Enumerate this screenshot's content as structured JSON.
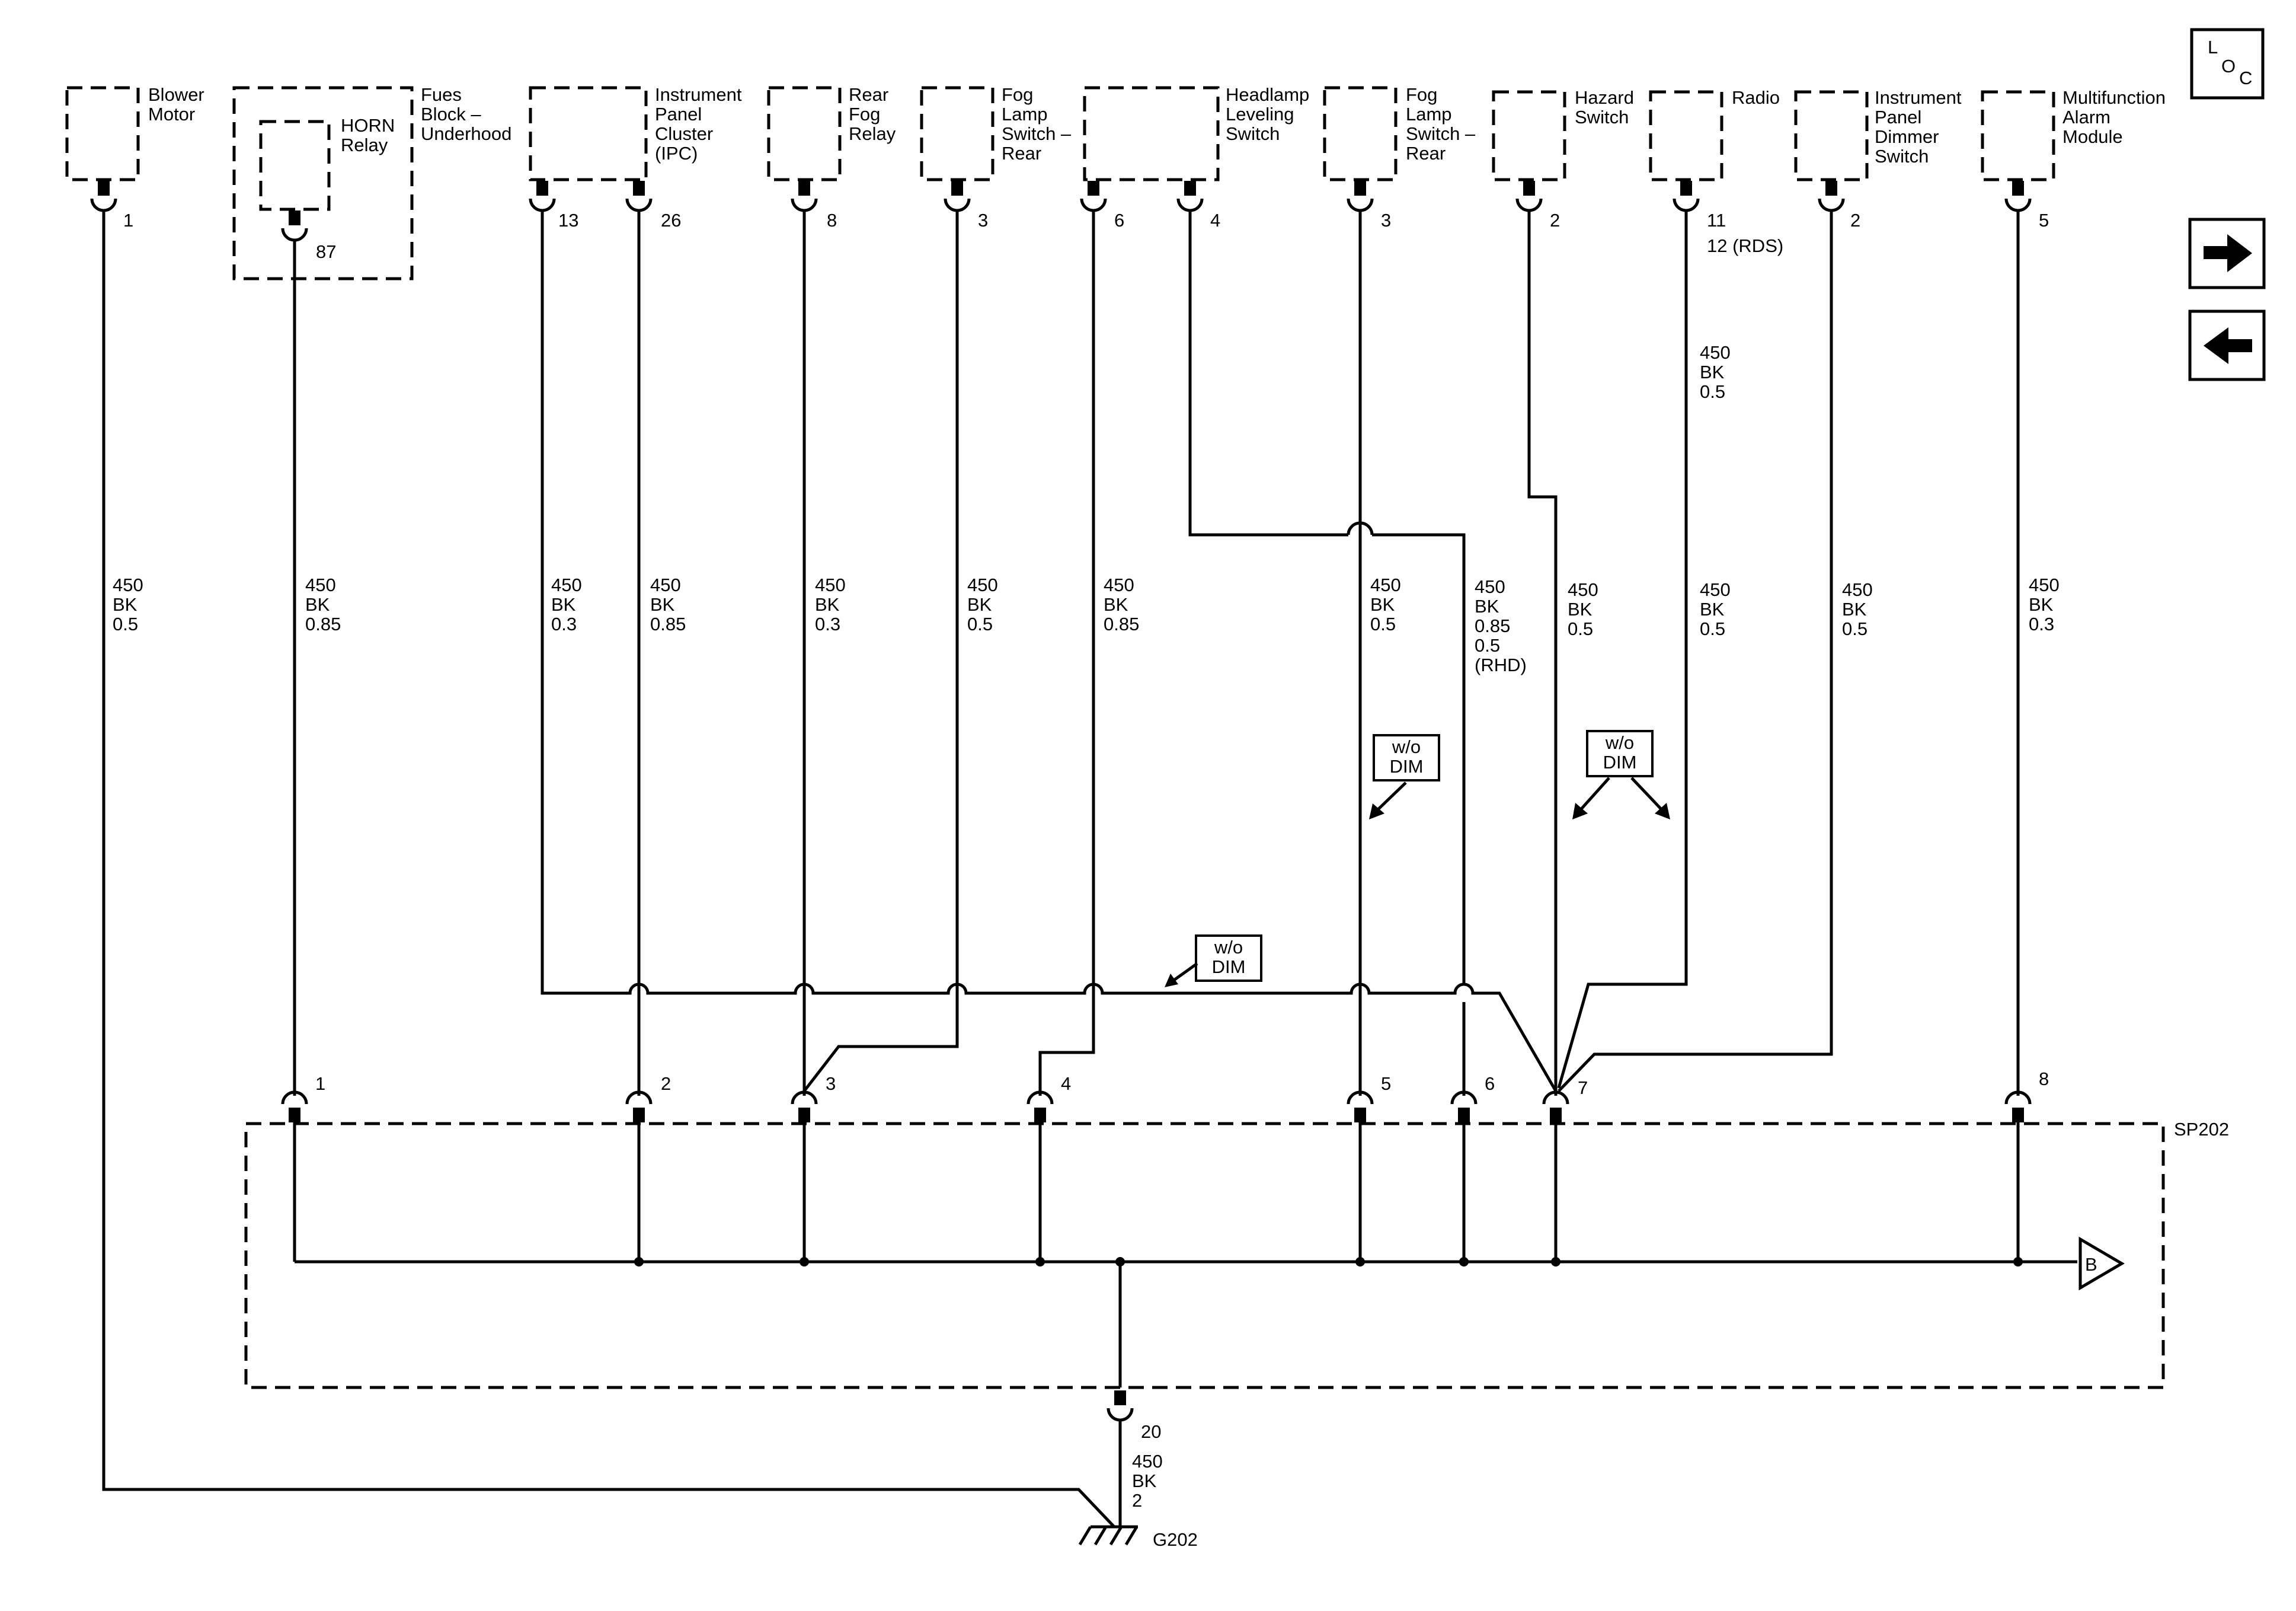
{
  "components": {
    "blower_motor": "Blower\nMotor",
    "fues_block": "Fues\nBlock –\nUnderhood",
    "horn_relay": "HORN\nRelay",
    "ipc": "Instrument\nPanel\nCluster\n(IPC)",
    "rear_fog_relay": "Rear\nFog\nRelay",
    "fog_lamp_switch_1": "Fog\nLamp\nSwitch –\nRear",
    "headlamp_leveling": "Headlamp\nLeveling\nSwitch",
    "fog_lamp_switch_2": "Fog\nLamp\nSwitch –\nRear",
    "hazard_switch": "Hazard\nSwitch",
    "radio": "Radio",
    "ip_dimmer": "Instrument\nPanel\nDimmer\nSwitch",
    "multifunction_alarm": "Multifunction\nAlarm\nModule"
  },
  "pins": {
    "blower": "1",
    "horn": "87",
    "ipc_a": "13",
    "ipc_b": "26",
    "rear_fog": "8",
    "fog1": "3",
    "headlamp_a": "6",
    "headlamp_b": "4",
    "fog2": "3",
    "hazard": "2",
    "radio_a": "11",
    "radio_b": "12 (RDS)",
    "dimmer": "2",
    "alarm": "5"
  },
  "wires": {
    "blower": "450\nBK\n0.5",
    "horn": "450\nBK\n0.85",
    "ipc_a": "450\nBK\n0.3",
    "ipc_b": "450\nBK\n0.85",
    "rear_fog": "450\nBK\n0.3",
    "fog1": "450\nBK\n0.5",
    "headlamp_a": "450\nBK\n0.85",
    "fog2": "450\nBK\n0.5",
    "splice6": "450\nBK\n0.85\n0.5\n(RHD)",
    "hazard": "450\nBK\n0.5",
    "radio_upper": "450\nBK\n0.5",
    "radio_lower": "450\nBK\n0.5",
    "dimmer": "450\nBK\n0.5",
    "alarm": "450\nBK\n0.3",
    "ground": "450\nBK\n2"
  },
  "splice": {
    "name": "SP202",
    "pins": [
      "1",
      "2",
      "3",
      "4",
      "5",
      "6",
      "7",
      "8"
    ],
    "ground_pin": "20",
    "ground_name": "G202",
    "continuation": "B"
  },
  "option_tags": {
    "tag1": "w/o\nDIM",
    "tag2": "w/o\nDIM",
    "tag3": "w/o\nDIM"
  },
  "nav": {
    "loc_l": "L",
    "loc_o": "O",
    "loc_c": "C",
    "next_icon": "arrow-right-icon",
    "prev_icon": "arrow-left-icon"
  }
}
